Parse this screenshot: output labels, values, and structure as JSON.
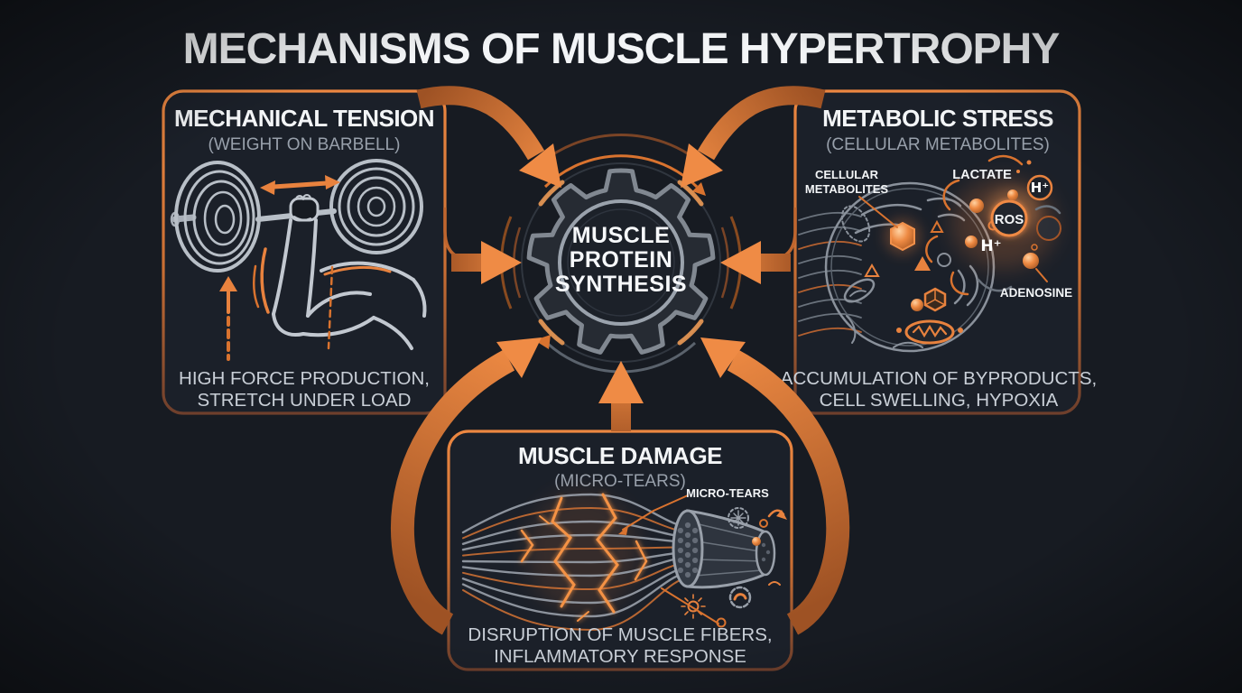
{
  "title": "MECHANISMS OF MUSCLE HYPERTROPHY",
  "colors": {
    "background": "#171B22",
    "box_fill": "#1B2029",
    "accent_orange": "#E8823E",
    "accent_orange_bright": "#F2914B",
    "accent_orange_dark": "#7A4426",
    "line_gray": "#99A0AA",
    "text_white": "#F3F5F7",
    "text_gray": "#98A0AB",
    "text_light": "#C9CFD7",
    "gear_fill": "#262B33",
    "gear_stroke": "#818891"
  },
  "center": {
    "line1": "MUSCLE",
    "line2": "PROTEIN",
    "line3": "SYNTHESIS"
  },
  "mechanical_tension": {
    "title": "MECHANICAL TENSION",
    "subtitle": "(WEIGHT ON BARBELL)",
    "caption_line1": "HIGH FORCE PRODUCTION,",
    "caption_line2": "STRETCH UNDER LOAD"
  },
  "metabolic_stress": {
    "title": "METABOLIC STRESS",
    "subtitle": "(CELLULAR METABOLITES)",
    "labels": {
      "cellular_line1": "CELLULAR",
      "cellular_line2": "METABOLITES",
      "lactate": "LACTATE",
      "h_plus_top": "H⁺",
      "ros": "ROS",
      "h_plus_mid": "H⁺",
      "adenosine": "ADENOSINE"
    },
    "caption_line1": "ACCUMULATION OF BYPRODUCTS,",
    "caption_line2": "CELL SWELLING, HYPOXIA"
  },
  "muscle_damage": {
    "title": "MUSCLE DAMAGE",
    "subtitle": "(MICRO-TEARS)",
    "labels": {
      "micro_tears": "MICRO-TEARS"
    },
    "caption_line1": "DISRUPTION OF MUSCLE FIBERS,",
    "caption_line2": "INFLAMMATORY RESPONSE"
  }
}
